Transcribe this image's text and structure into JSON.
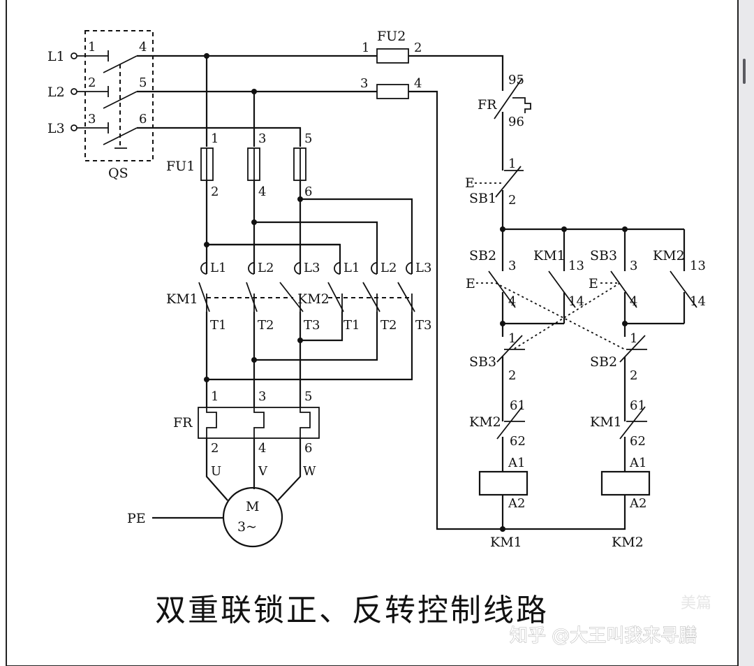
{
  "title": "双重联锁正、反转控制线路",
  "watermarks": {
    "zhihu": "知乎 @大王叫我来寻膳",
    "meipian": "美篇"
  },
  "switch_qs": {
    "name": "QS",
    "inputs": [
      "L1",
      "L2",
      "L3"
    ],
    "terminals_in": [
      "1",
      "2",
      "3"
    ],
    "terminals_out": [
      "4",
      "5",
      "6"
    ]
  },
  "fuse_fu1": {
    "name": "FU1",
    "terminals_top": [
      "1",
      "3",
      "5"
    ],
    "terminals_bottom": [
      "2",
      "4",
      "6"
    ]
  },
  "fuse_fu2": {
    "name": "FU2",
    "terminals": [
      "1",
      "2",
      "3",
      "4"
    ]
  },
  "contactor_km1": {
    "name": "KM1",
    "inputs": [
      "L1",
      "L2",
      "L3"
    ],
    "outputs": [
      "T1",
      "T2",
      "T3"
    ]
  },
  "contactor_km2": {
    "name": "KM2",
    "inputs": [
      "L1",
      "L2",
      "L3"
    ],
    "outputs": [
      "T1",
      "T2",
      "T3"
    ]
  },
  "thermal_relay": {
    "name": "FR",
    "terminals_top": [
      "1",
      "3",
      "5"
    ],
    "terminals_bottom": [
      "2",
      "4",
      "6"
    ]
  },
  "motor": {
    "phases": [
      "U",
      "V",
      "W"
    ],
    "label_top": "M",
    "label_bottom": "3~",
    "ground": "PE"
  },
  "control": {
    "fr_contact": {
      "name": "FR",
      "top": "95",
      "bottom": "96"
    },
    "sb1": {
      "name": "SB1",
      "top": "1",
      "bottom": "2"
    },
    "sb2": {
      "name": "SB2",
      "top": "3",
      "bottom": "4"
    },
    "km1_aux": {
      "name": "KM1",
      "top": "13",
      "bottom": "14"
    },
    "sb3": {
      "name": "SB3",
      "top": "3",
      "bottom": "4"
    },
    "km2_aux": {
      "name": "KM2",
      "top": "13",
      "bottom": "14"
    },
    "sb3_nc": {
      "name": "SB3",
      "top": "1",
      "bottom": "2"
    },
    "sb2_nc": {
      "name": "SB2",
      "top": "1",
      "bottom": "2"
    },
    "km2_nc": {
      "name": "KM2",
      "top": "61",
      "bottom": "62"
    },
    "km1_nc": {
      "name": "KM1",
      "top": "61",
      "bottom": "62"
    },
    "coil_km1": {
      "name": "KM1",
      "top": "A1",
      "bottom": "A2"
    },
    "coil_km2": {
      "name": "KM2",
      "top": "A1",
      "bottom": "A2"
    },
    "button_mark": "E"
  }
}
